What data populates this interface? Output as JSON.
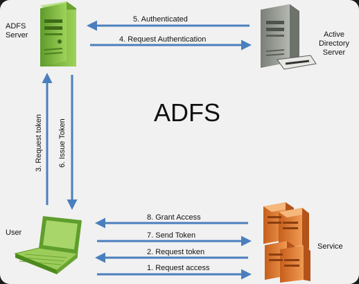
{
  "title": "ADFS",
  "nodes": {
    "adfs_server": {
      "line1": "ADFS",
      "line2": "Server"
    },
    "active_directory": {
      "line1": "Active",
      "line2": "Directory",
      "line3": "Server"
    },
    "user": {
      "label": "User"
    },
    "service": {
      "label": "Service"
    }
  },
  "arrows": {
    "a1": "1. Request access",
    "a2": "2. Request token",
    "a3": "3. Request token",
    "a4": "4. Request Authentication",
    "a5": "5. Authenticated",
    "a6": "6. Issue Token",
    "a7": "7. Send Token",
    "a8": "8. Grant Access"
  },
  "colors": {
    "arrow": "#4a7fbd",
    "server_green": "#7dbb3e",
    "server_gray": "#8a8f86",
    "service_orange": "#e07a2e",
    "laptop_green": "#8cc63f",
    "background": "#f1f1f1"
  }
}
